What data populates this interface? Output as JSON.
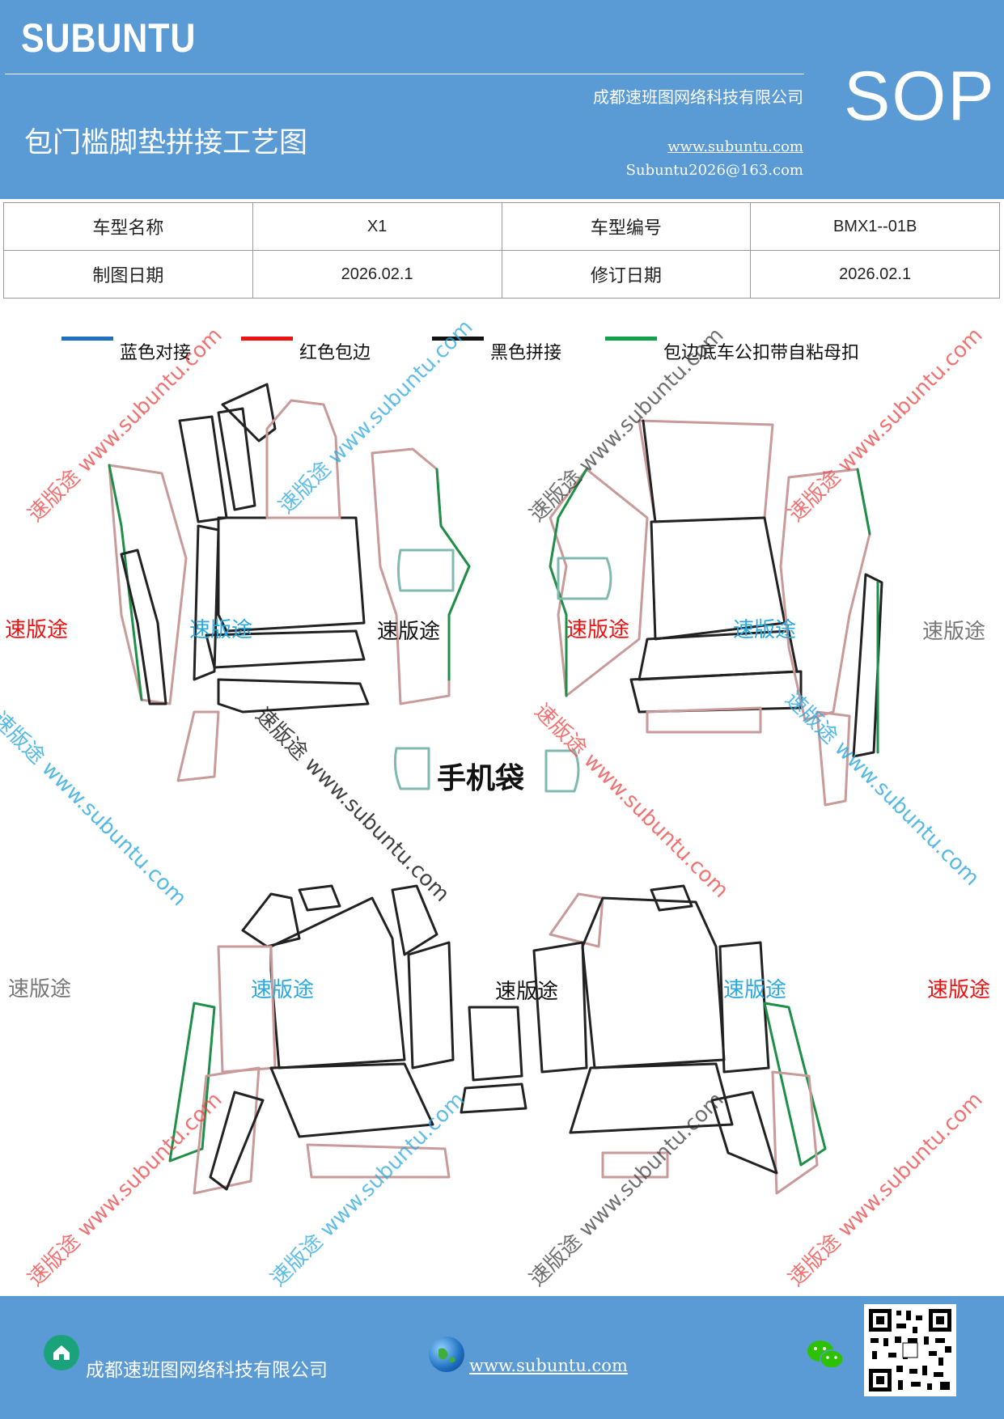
{
  "header": {
    "brand": "SUBUNTU",
    "company": "成都速班图网络科技有限公司",
    "title": "包门槛脚垫拼接工艺图",
    "website": "www.subuntu.com",
    "email": "Subuntu2026@163.com",
    "badge": "SOP"
  },
  "info_table": {
    "model_name_label": "车型名称",
    "model_name_value": "X1",
    "model_code_label": "车型编号",
    "model_code_value": "BMX1--01B",
    "drawing_date_label": "制图日期",
    "drawing_date_value": "2026.02.1",
    "revision_date_label": "修订日期",
    "revision_date_value": "2026.02.1"
  },
  "legend": [
    {
      "label": "蓝色对接",
      "color": "#1f6fbf"
    },
    {
      "label": "红色包边",
      "color": "#ee1111"
    },
    {
      "label": "黑色拼接",
      "color": "#111111"
    },
    {
      "label": "包边底车公扣带自粘母扣",
      "color": "#13a04a"
    }
  ],
  "watermark": {
    "cn": "速版途",
    "url": "www.subuntu.com",
    "combo": "速版途 www.subuntu.com"
  },
  "phone_pocket_label": "手机袋",
  "colors": {
    "header_bg": "#5b9bd5",
    "outline": "#222222",
    "edge_red": "#c99a9a",
    "edge_green": "#1e8f48",
    "pocket_teal": "#7fb9b0"
  },
  "footer": {
    "company": "成都速班图网络科技有限公司",
    "website": "www.subuntu.com",
    "icons": [
      "home-icon",
      "globe-icon",
      "wechat-icon",
      "qr-code"
    ]
  }
}
